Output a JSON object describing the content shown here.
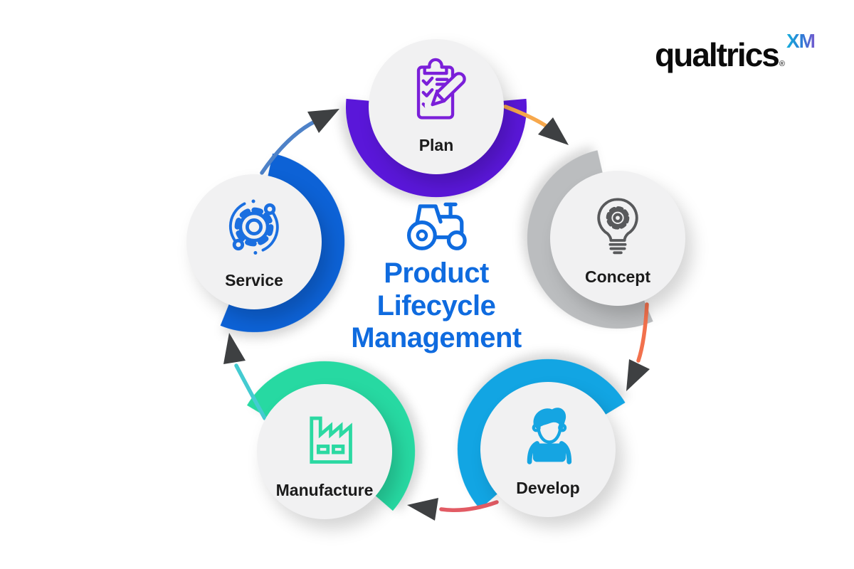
{
  "logo": {
    "brand": "qualtrics",
    "registered": "®",
    "suffix": "XM"
  },
  "center": {
    "icon": "tractor-icon",
    "title_lines": [
      "Product",
      "Lifecycle",
      "Management"
    ],
    "title_color": "#0F6BDF"
  },
  "nodes": [
    {
      "id": "plan",
      "label": "Plan",
      "icon": "clipboard-checklist-icon",
      "arc_color": "#5A17D9",
      "icon_color": "#7B1FD9"
    },
    {
      "id": "concept",
      "label": "Concept",
      "icon": "lightbulb-gear-icon",
      "arc_color": "#BBBDBF",
      "icon_color": "#58595B"
    },
    {
      "id": "develop",
      "label": "Develop",
      "icon": "developer-icon",
      "arc_color": "#12A5E3",
      "icon_color": "#15A5E2"
    },
    {
      "id": "manufacture",
      "label": "Manufacture",
      "icon": "factory-icon",
      "arc_color": "#27D9A2",
      "icon_color": "#2BD9A2"
    },
    {
      "id": "service",
      "label": "Service",
      "icon": "gear-orbit-icon",
      "arc_color": "#0D62D6",
      "icon_color": "#1B6FE0"
    }
  ],
  "arrows": [
    {
      "from": "Service",
      "to": "Plan",
      "color": "#4E82C8"
    },
    {
      "from": "Plan",
      "to": "Concept",
      "color": "#F7A84C"
    },
    {
      "from": "Concept",
      "to": "Develop",
      "color": "#F2714D"
    },
    {
      "from": "Develop",
      "to": "Manufacture",
      "color": "#E25B64"
    },
    {
      "from": "Manufacture",
      "to": "Service",
      "color": "#44CBD1"
    }
  ],
  "arrowhead_color": "#3E4042",
  "circle_fill": "#F1F1F2"
}
